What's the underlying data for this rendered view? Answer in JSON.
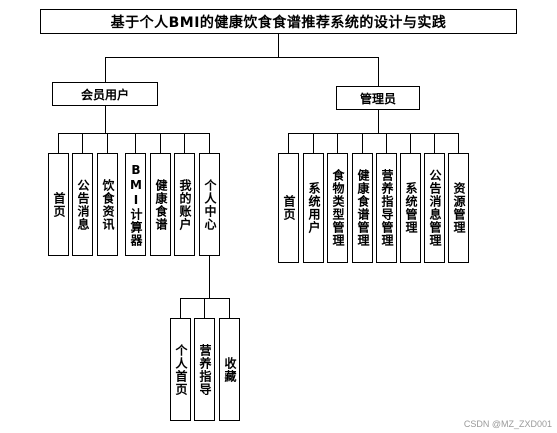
{
  "title": "基于个人BMI的健康饮食食谱推荐系统的设计与实践",
  "roles": [
    {
      "label": "会员用户",
      "children": [
        "首页",
        "公告消息",
        "饮食资讯",
        "BMI计算器",
        "健康食谱",
        "我的账户",
        "个人中心"
      ],
      "sub_parent_index": 6,
      "sub_children": [
        "个人首页",
        "营养指导",
        "收藏"
      ]
    },
    {
      "label": "管理员",
      "children": [
        "首页",
        "系统用户",
        "食物类型管理",
        "健康食谱管理",
        "营养指导管理",
        "系统管理",
        "公告消息管理",
        "资源管理"
      ]
    }
  ],
  "watermark": "CSDN @MZ_ZXD001"
}
